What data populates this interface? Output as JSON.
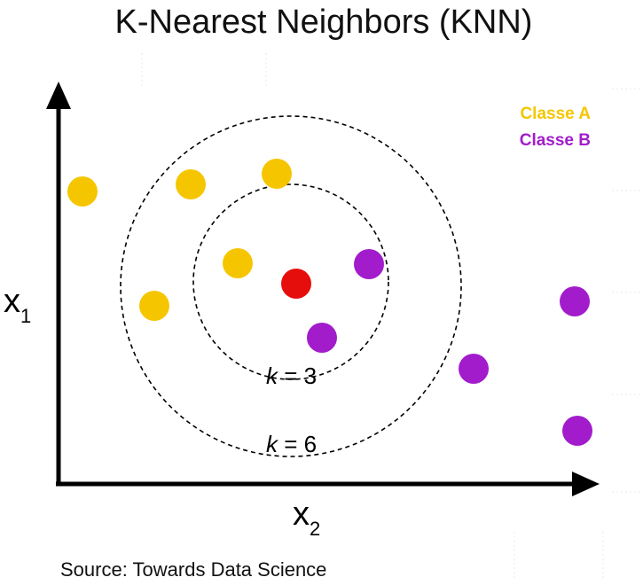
{
  "title": "K-Nearest Neighbors (KNN)",
  "source": "Source: Towards Data Science",
  "axes": {
    "y_label": "x",
    "y_sub": "1",
    "x_label": "x",
    "x_sub": "2"
  },
  "legend": {
    "class_a": {
      "label": "Classe A",
      "color": "#f5c600"
    },
    "class_b": {
      "label": "Classe B",
      "color": "#a21ccc"
    }
  },
  "query_point": {
    "color": "#e60d0d"
  },
  "neighborhoods": [
    {
      "k_italic": "k",
      "k_value": " = 3"
    },
    {
      "k_italic": "k",
      "k_value": " = 6"
    }
  ],
  "points": [
    {
      "class": "A"
    },
    {
      "class": "A"
    },
    {
      "class": "A"
    },
    {
      "class": "A"
    },
    {
      "class": "A"
    },
    {
      "class": "B"
    },
    {
      "class": "B"
    },
    {
      "class": "B"
    },
    {
      "class": "B"
    },
    {
      "class": "B"
    }
  ]
}
